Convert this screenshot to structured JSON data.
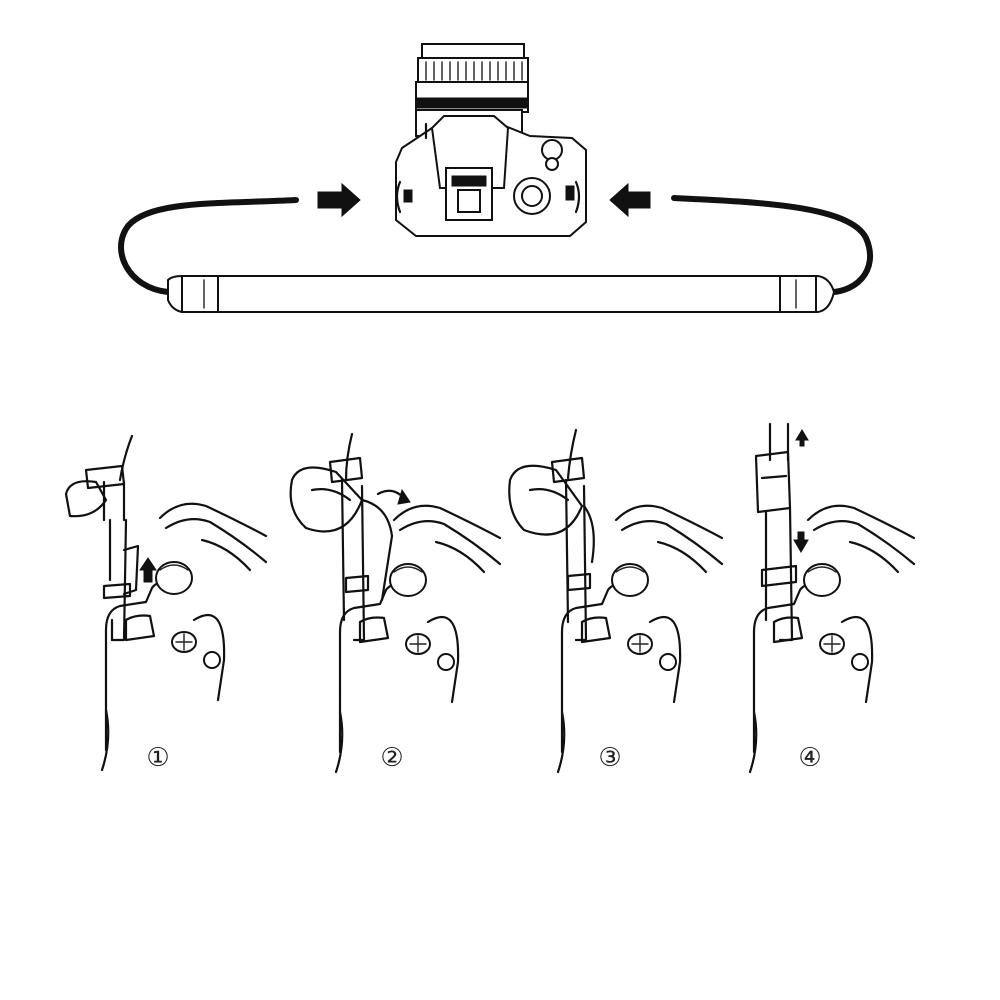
{
  "diagram": {
    "steps": [
      {
        "number_label": "①"
      },
      {
        "number_label": "②"
      },
      {
        "number_label": "③"
      },
      {
        "number_label": "④"
      }
    ],
    "arrows": {
      "left": "arrow-right-icon",
      "right": "arrow-left-icon"
    },
    "icons": [
      "camera-icon",
      "strap-icon",
      "strap-lug-icon"
    ]
  }
}
